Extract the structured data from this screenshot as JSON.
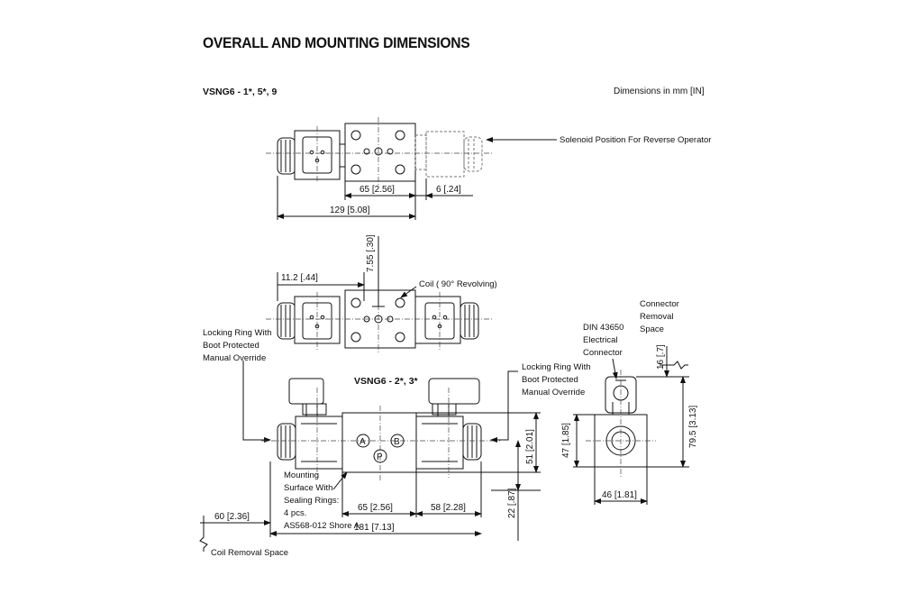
{
  "header": {
    "title": "OVERALL AND MOUNTING DIMENSIONS",
    "model_top": "VSNG6 - 1*, 5*, 9",
    "units_note": "Dimensions in mm [IN]"
  },
  "top_view": {
    "callout_reverse": "Solenoid Position For Reverse Operator",
    "dim_body": "65  [2.56]",
    "dim_offset": "6  [.24]",
    "dim_overall": "129  [5.08]"
  },
  "middle_view": {
    "dim_left": "11.2  [.44]",
    "dim_vertical": "7.55  [.30]",
    "coil_note": "Coil ( 90° Revolving)",
    "locking_left": [
      "Locking Ring With",
      "Boot Protected",
      "Manual Override"
    ]
  },
  "front_view": {
    "model_label": "VSNG6 - 2*, 3*",
    "locking_right": [
      "Locking Ring With",
      "Boot Protected",
      "Manual Override"
    ],
    "port_a": "A",
    "port_b": "B",
    "port_p": "P",
    "mounting_note": [
      "Mounting",
      "Surface With",
      "Sealing Rings:",
      "4 pcs.",
      "AS568-012 Shore A"
    ],
    "dim_body": "65  [2.56]",
    "dim_right": "58  [2.28]",
    "dim_overall": "181  [7.13]",
    "dim_coil_removal": "60  [2.36]",
    "coil_removal_label": "Coil Removal Space",
    "dim_height_51": "51  [2.01]",
    "dim_height_22": "22  [.87]"
  },
  "side_view": {
    "connector_removal": [
      "Connector",
      "Removal",
      "Space"
    ],
    "din_note": [
      "DIN 43650",
      "Electrical",
      "Connector"
    ],
    "dim_16": "16  [.7]",
    "dim_79": "79.5  [3.13]",
    "dim_47": "47  [1.85]",
    "dim_46": "46  [1.81]"
  }
}
